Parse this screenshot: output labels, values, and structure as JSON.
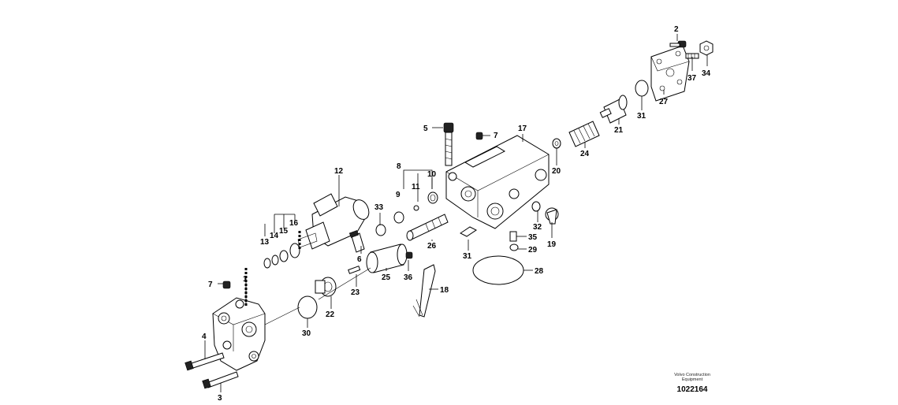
{
  "callouts": {
    "c1": "1",
    "c2": "2",
    "c3": "3",
    "c4": "4",
    "c5": "5",
    "c6": "6",
    "c7a": "7",
    "c7b": "7",
    "c8": "8",
    "c9": "9",
    "c10": "10",
    "c11": "11",
    "c12": "12",
    "c13": "13",
    "c14": "14",
    "c15": "15",
    "c16": "16",
    "c17": "17",
    "c18": "18",
    "c19": "19",
    "c20": "20",
    "c21": "21",
    "c22": "22",
    "c23": "23",
    "c24": "24",
    "c25": "25",
    "c26": "26",
    "c27": "27",
    "c28": "28",
    "c29": "29",
    "c30": "30",
    "c31a": "31",
    "c31b": "31",
    "c32": "32",
    "c33": "33",
    "c34": "34",
    "c35": "35",
    "c36": "36",
    "c37": "37"
  },
  "credit": "Volvo Construction Equipment",
  "drawing_number": "1022164"
}
